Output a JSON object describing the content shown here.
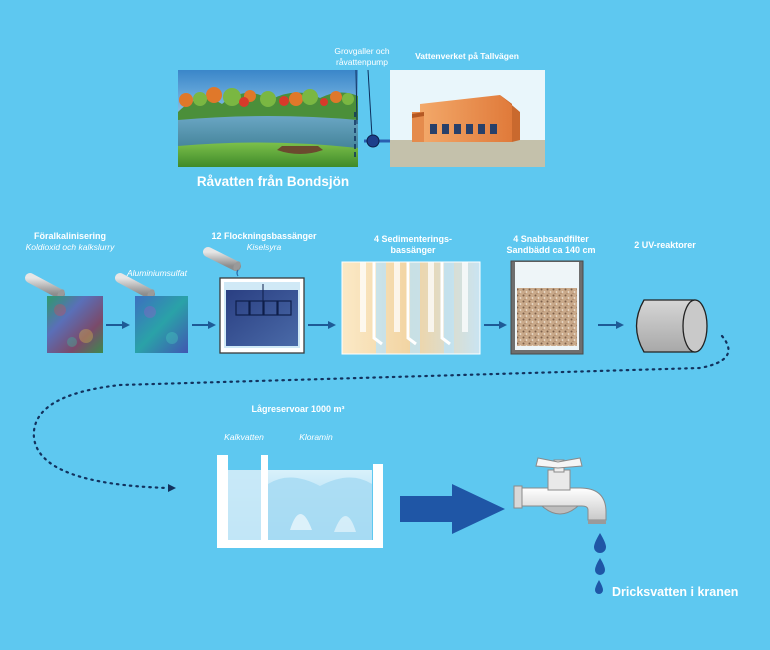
{
  "intake": {
    "lake_caption": "Råvatten från Bondsjön",
    "pump_caption_line1": "Grovgaller och",
    "pump_caption_line2": "råvattenpump",
    "plant_caption": "Vattenverket på Tallvägen"
  },
  "stages": {
    "prealk_title": "Föralkalinisering",
    "prealk_sub": "Koldioxid och kalkslurry",
    "alum_sub": "Aluminiumsulfat",
    "floc_title": "12 Flockningsbassänger",
    "floc_sub": "Kiselsyra",
    "sed_title_line1": "4 Sedimenterings-",
    "sed_title_line2": "bassänger",
    "filter_title_line1": "4 Snabbsandfilter",
    "filter_title_line2": "Sandbädd ca 140 cm",
    "uv_title": "2 UV-reaktorer"
  },
  "storage": {
    "title": "Lågreservoar 1000 m³",
    "left_label": "Kalkvatten",
    "right_label": "Kloramin"
  },
  "output": {
    "caption": "Dricksvatten i kranen"
  },
  "colors": {
    "background": "#5ec8f0",
    "arrow": "#1e5a96",
    "big_arrow": "#1f56a6",
    "drop": "#1f56a6"
  }
}
